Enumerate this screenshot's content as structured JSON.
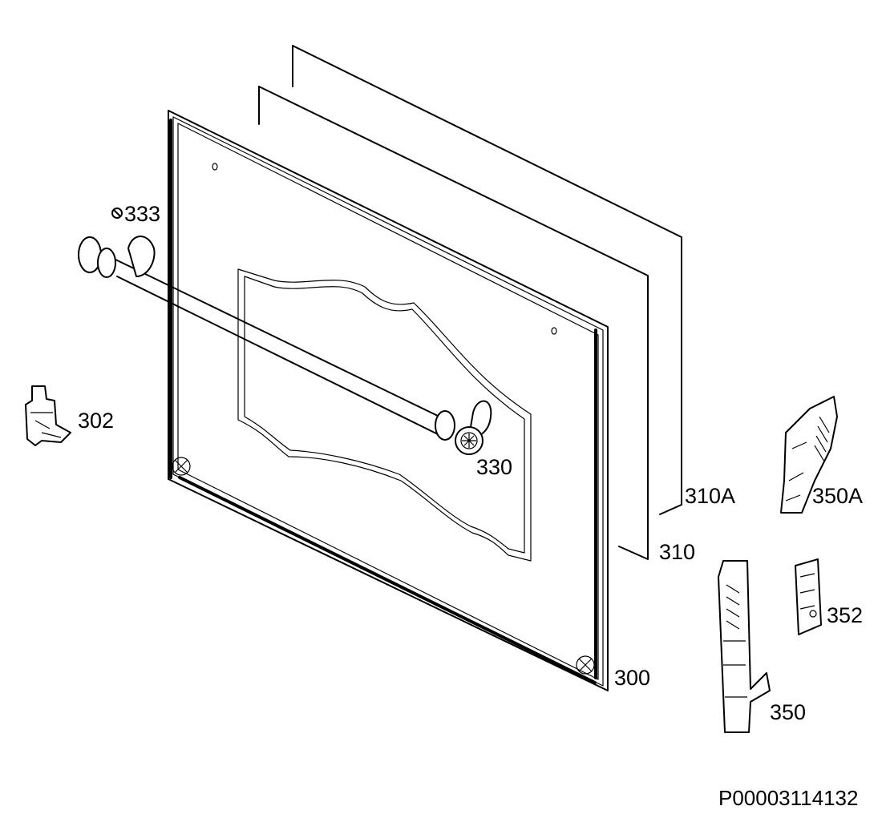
{
  "parts": {
    "p300": "300",
    "p302": "302",
    "p310": "310",
    "p310A": "310A",
    "p330": "330",
    "p333": "333",
    "p350": "350",
    "p350A": "350A",
    "p352": "352"
  },
  "drawing_ref": "P00003114132"
}
